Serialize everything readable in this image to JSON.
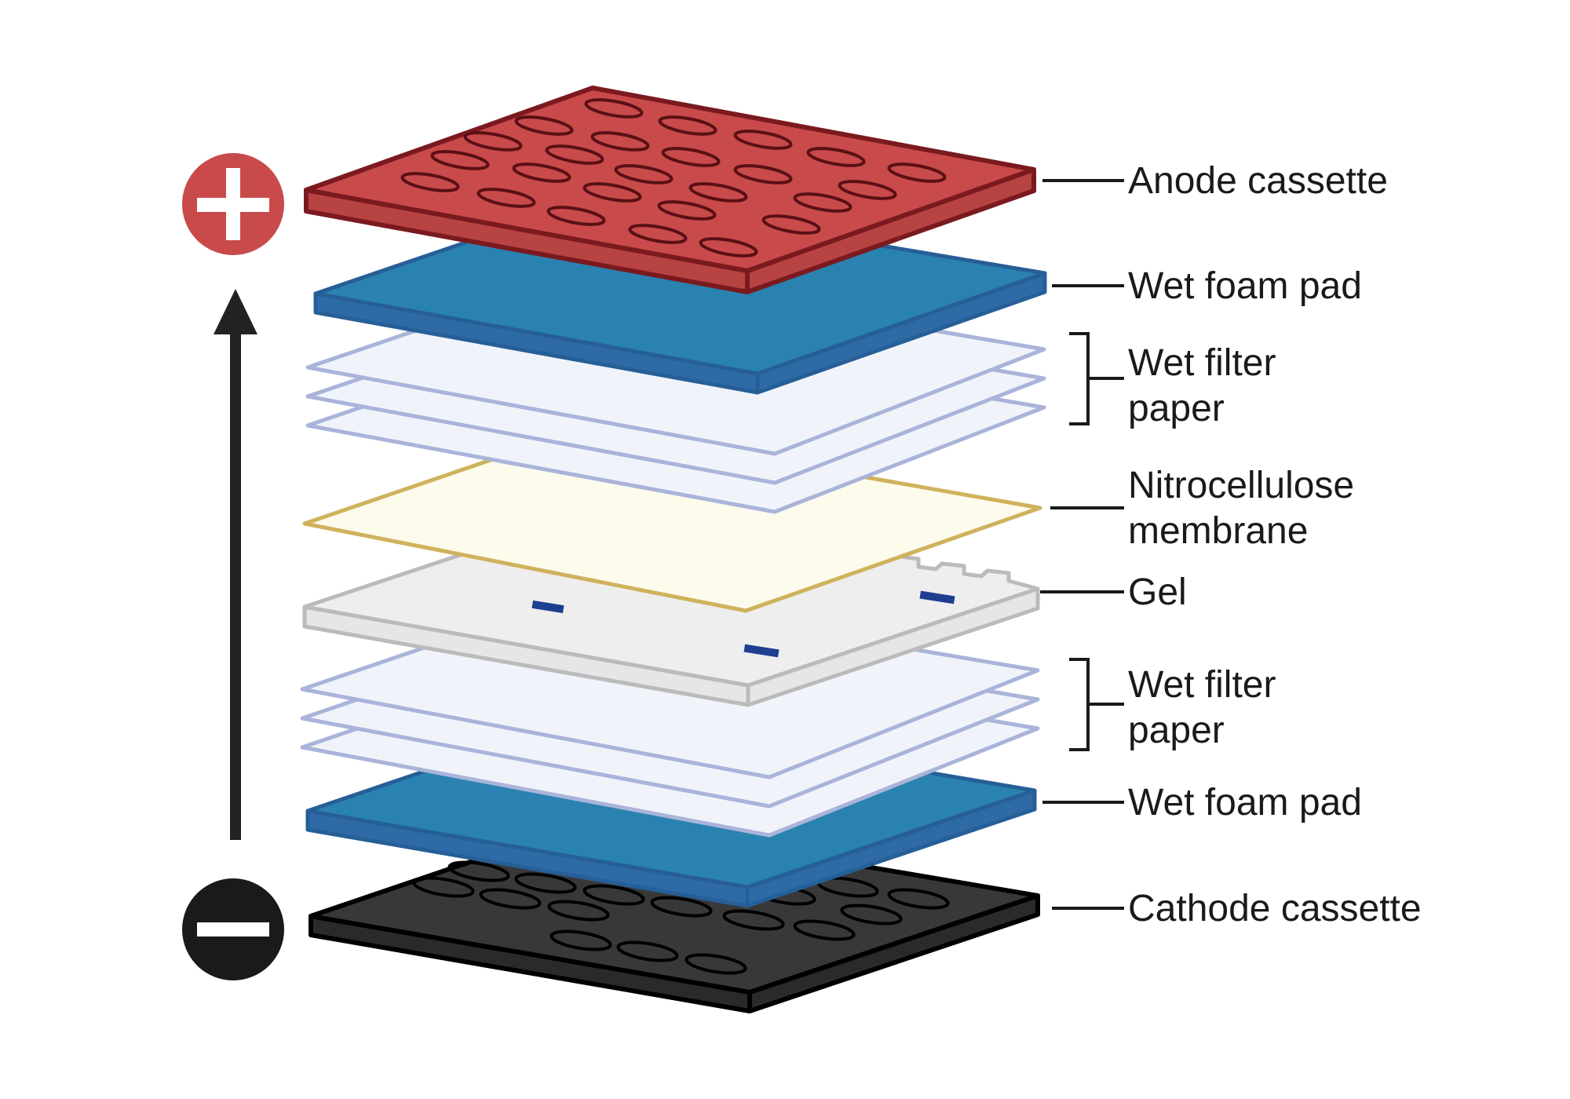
{
  "labels": {
    "anode_cassette": "Anode cassette",
    "wet_foam_pad_top": "Wet foam pad",
    "wet_filter_paper_top": [
      "Wet filter",
      "paper"
    ],
    "nitrocellulose_membrane": [
      "Nitrocellulose",
      "membrane"
    ],
    "gel": "Gel",
    "wet_filter_paper_bottom": [
      "Wet filter",
      "paper"
    ],
    "wet_foam_pad_bottom": "Wet foam pad",
    "cathode_cassette": "Cathode cassette"
  },
  "colors": {
    "anode_fill": "#c94a4a",
    "anode_stroke": "#7a1a1f",
    "foam_fill": "#2a82b0",
    "foam_stroke": "#265f97",
    "filter_fill": "#f0f4fa",
    "filter_stroke": "#aab4da",
    "membrane_fill": "#fdfbec",
    "membrane_stroke": "#cfb25c",
    "gel_fill": "#eeeeef",
    "gel_stroke": "#bbbbbb",
    "gel_band": "#1e3f8f",
    "cathode_fill": "#383838",
    "cathode_stroke": "#000000",
    "positive_terminal": "#c94a4a",
    "negative_terminal": "#1a1a1a",
    "arrow": "#222222"
  },
  "icons": {
    "positive_terminal": "plus-circle-icon",
    "negative_terminal": "minus-circle-icon",
    "current_direction": "arrow-up-icon"
  }
}
